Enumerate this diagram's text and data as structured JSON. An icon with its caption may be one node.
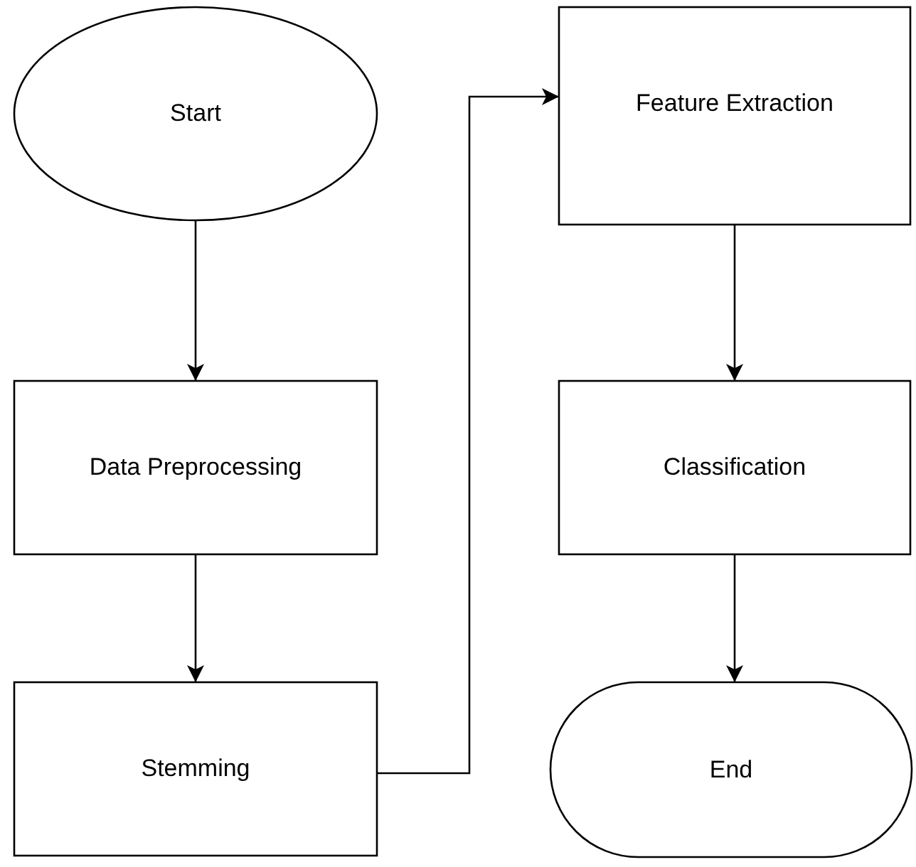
{
  "diagram": {
    "nodes": [
      {
        "text": [
          "Start"
        ]
      },
      {
        "text": [
          "Data Preprocessing"
        ]
      },
      {
        "text": [
          "Stemming"
        ]
      },
      {
        "text": [
          "Feature Extraction"
        ]
      },
      {
        "text": [
          "Classification"
        ]
      },
      {
        "text": [
          "End"
        ]
      }
    ],
    "edges": [
      {
        "from": 0,
        "to": 1,
        "arrow": "to"
      },
      {
        "from": 1,
        "to": 2,
        "arrow": "to"
      },
      {
        "from": 2,
        "to": 3,
        "arrow": "to"
      },
      {
        "from": 3,
        "to": 4,
        "arrow": "to"
      },
      {
        "from": 4,
        "to": 5,
        "arrow": "to"
      }
    ]
  }
}
